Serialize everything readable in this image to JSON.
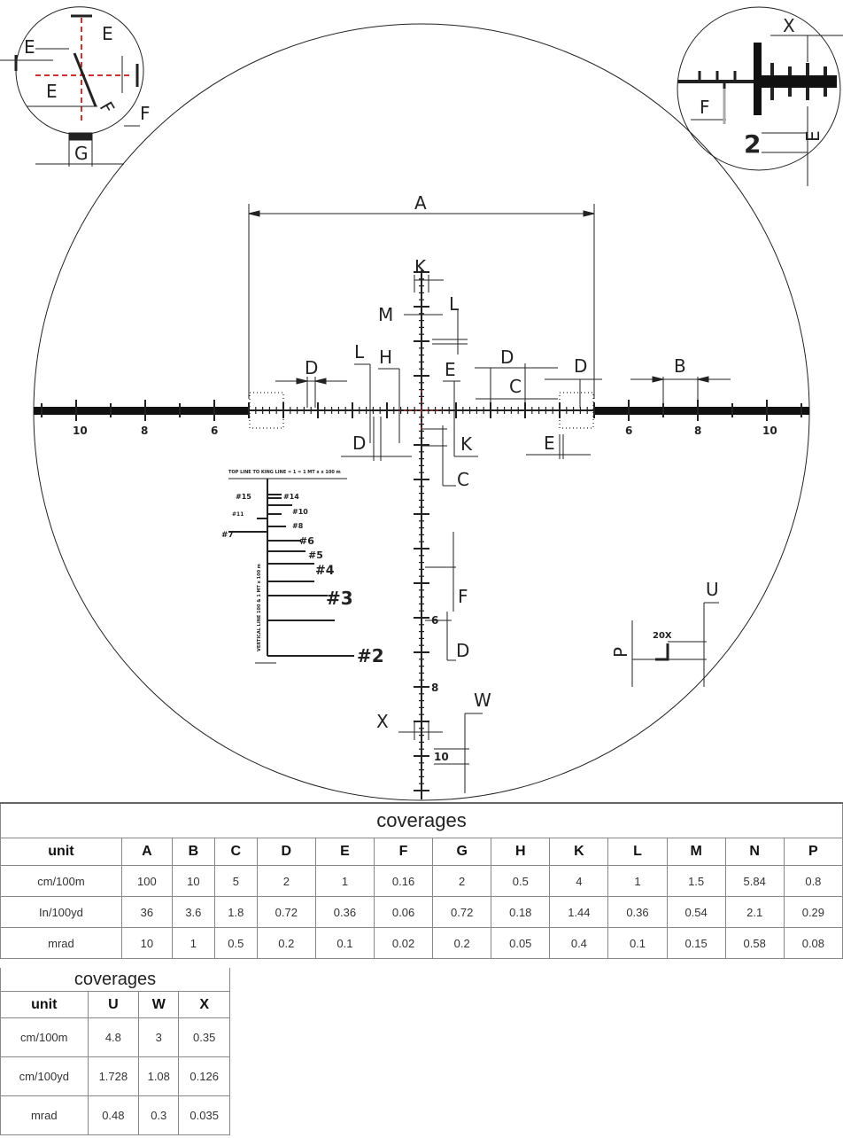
{
  "diagram": {
    "labels": {
      "A": "A",
      "B": "B",
      "C": "C",
      "D": "D",
      "E": "E",
      "F": "F",
      "G": "G",
      "H": "H",
      "K": "K",
      "L": "L",
      "M": "M",
      "P": "P",
      "U": "U",
      "W": "W",
      "X": "X"
    },
    "scale_numbers": {
      "ten": "10",
      "eight": "8",
      "six": "6"
    },
    "holdover": {
      "header": "TOP LINE TO KING LINE = 1 = 1 MT x x 100 m",
      "vertical_caption": "VERTICAL LINE 100 & 1 MT x 100 m",
      "marks": [
        "#15",
        "#14",
        "#11",
        "#10",
        "#8",
        "#7",
        "#6",
        "#5",
        "#4",
        "#3",
        "#2"
      ]
    },
    "magnification": "20X",
    "inset_e_label": "2"
  },
  "table1": {
    "title": "coverages",
    "headers": [
      "unit",
      "A",
      "B",
      "C",
      "D",
      "E",
      "F",
      "G",
      "H",
      "K",
      "L",
      "M",
      "N",
      "P"
    ],
    "rows": [
      [
        "cm/100m",
        "100",
        "10",
        "5",
        "2",
        "1",
        "0.16",
        "2",
        "0.5",
        "4",
        "1",
        "1.5",
        "5.84",
        "0.8"
      ],
      [
        "In/100yd",
        "36",
        "3.6",
        "1.8",
        "0.72",
        "0.36",
        "0.06",
        "0.72",
        "0.18",
        "1.44",
        "0.36",
        "0.54",
        "2.1",
        "0.29"
      ],
      [
        "mrad",
        "10",
        "1",
        "0.5",
        "0.2",
        "0.1",
        "0.02",
        "0.2",
        "0.05",
        "0.4",
        "0.1",
        "0.15",
        "0.58",
        "0.08"
      ]
    ]
  },
  "table2": {
    "title": "coverages",
    "headers": [
      "unit",
      "U",
      "W",
      "X"
    ],
    "rows": [
      [
        "cm/100m",
        "4.8",
        "3",
        "0.35"
      ],
      [
        "cm/100yd",
        "1.728",
        "1.08",
        "0.126"
      ],
      [
        "mrad",
        "0.48",
        "0.3",
        "0.035"
      ]
    ]
  }
}
